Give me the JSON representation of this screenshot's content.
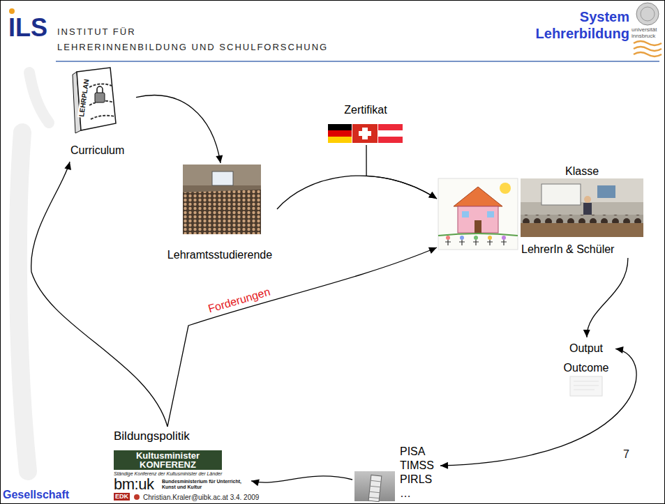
{
  "diagram": {
    "title": "System Lehrerbildung",
    "nodes": [
      {
        "text": [
          "Curriculum"
        ]
      },
      {
        "text": [
          "Lehramtsstudierende"
        ]
      },
      {
        "text": [
          "Zertifikat"
        ]
      },
      {
        "text": [
          "Klasse",
          "LehrerIn & Schüler"
        ]
      },
      {
        "text": [
          "Output",
          "Outcome"
        ]
      },
      {
        "text": [
          "PISA TIMSS PIRLS …"
        ]
      },
      {
        "text": [
          "Bildungspolitik"
        ]
      }
    ],
    "edges": [
      {
        "from": 0,
        "to": 1,
        "arrow": "to"
      },
      {
        "from": 1,
        "to": 3,
        "arrow": "to"
      },
      {
        "from": 2,
        "to": 3,
        "arrow": "to"
      },
      {
        "from": 3,
        "to": 4,
        "arrow": "to"
      },
      {
        "from": 4,
        "to": 5,
        "arrow": "both"
      },
      {
        "from": 5,
        "to": 6,
        "arrow": "to"
      },
      {
        "from": 6,
        "to": 0,
        "arrow": "to"
      },
      {
        "from": 6,
        "to": 3,
        "label": "Forderungen",
        "arrow": "to"
      }
    ],
    "labels": [
      "ILS",
      "INSTITUT FÜR",
      "LEHRERINNENBILDUNG UND SCHULFORSCHUNG",
      "universität innsbruck",
      "LEHRPLAN",
      "Kultusminister KONFERENZ",
      "Ständige Konferenz der Kultusminister der Länder",
      "bm:uk",
      "Bundesministerium für Unterricht, Kunst und Kultur",
      "EDK",
      "7",
      "Gesellschaft",
      "Christian.Kraler@uibk.ac.at 3.4. 2009"
    ]
  }
}
